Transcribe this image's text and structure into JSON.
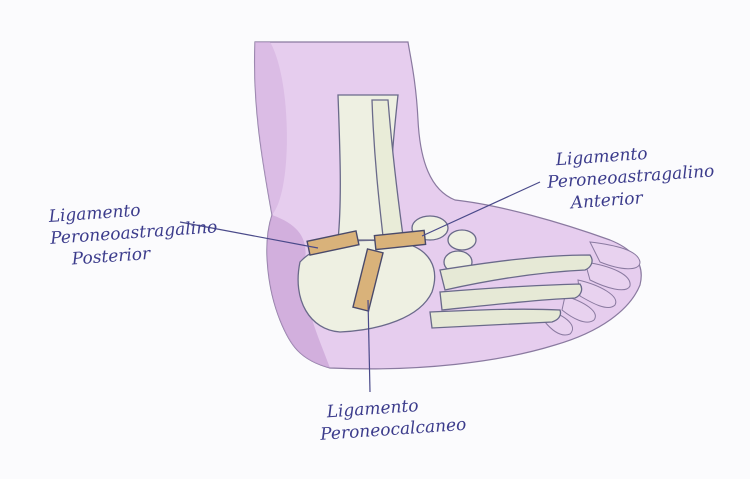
{
  "labels": {
    "posterior": {
      "line1": "Ligamento",
      "line2": "Peroneoastragalino",
      "line3": "Posterior"
    },
    "anterior": {
      "line1": "Ligamento",
      "line2": "Peroneoastragalino",
      "line3": "Anterior"
    },
    "calcaneo": {
      "line1": "Ligamento",
      "line2": "Peroneocalcaneo"
    }
  },
  "colors": {
    "skin": "#e3c8ec",
    "skin_dark": "#c9a2d6",
    "bone": "#ecefe0",
    "bone_shade": "#d8dcb8",
    "ligament": "#d9b27a",
    "ink": "#4a4a9a",
    "pencil": "#6a6a8a"
  }
}
